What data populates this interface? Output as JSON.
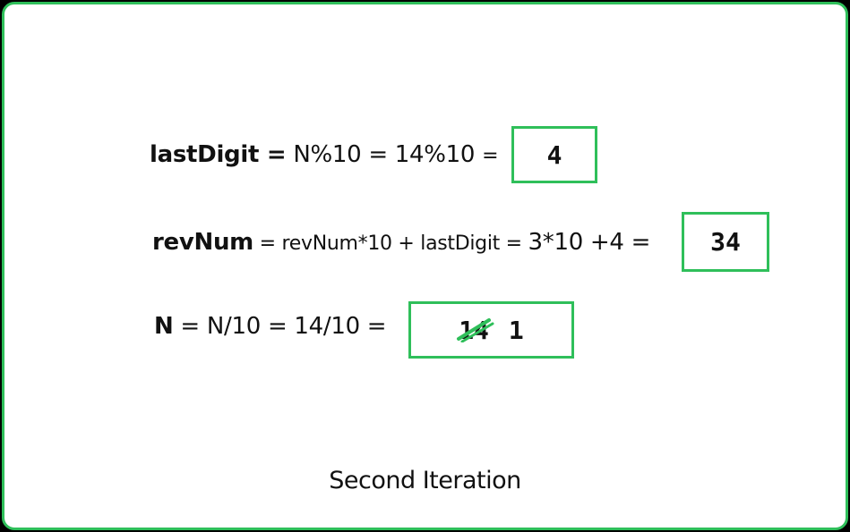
{
  "colors": {
    "accent": "#2fbf5a",
    "background": "#ffffff",
    "text": "#111111"
  },
  "line1": {
    "label": "lastDigit =",
    "expr": " N%10 = 14%10 ",
    "eq": " = ",
    "result": "4"
  },
  "line2": {
    "label": "revNum",
    "expr": " = revNum*10 + lastDigit = ",
    "calc": "3*10 +4 = ",
    "result": "34"
  },
  "line3": {
    "label": "N",
    "expr": " = N/10  = 14/10 = ",
    "old_value": "14",
    "result": "1"
  },
  "caption": "Second Iteration"
}
